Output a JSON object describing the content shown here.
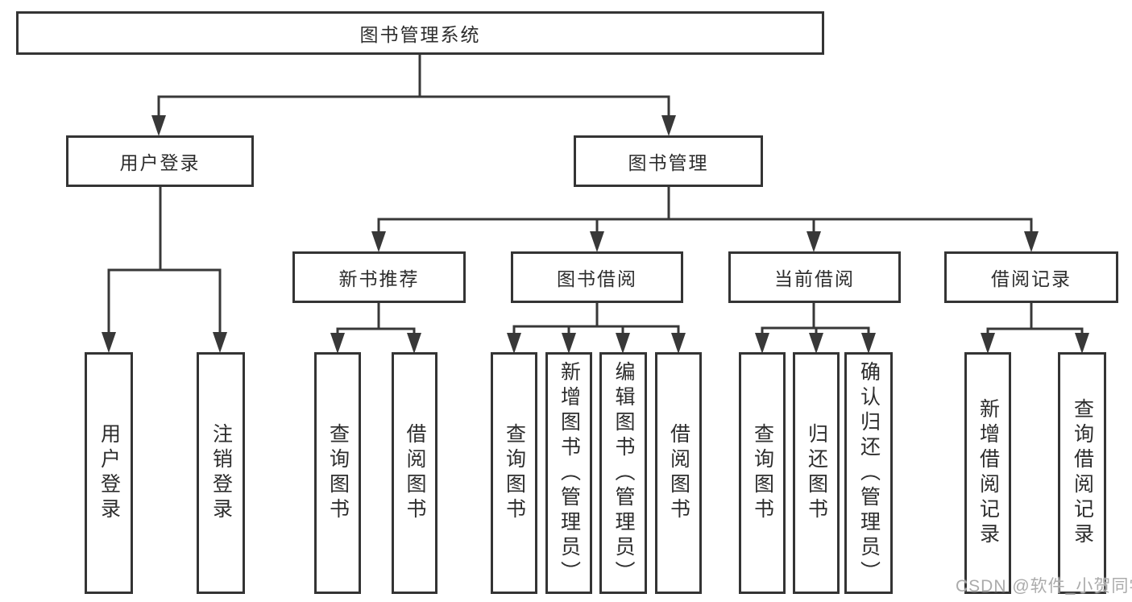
{
  "tree": {
    "root": "图书管理系统",
    "children": [
      {
        "label": "用户登录",
        "children": [
          "用户登录",
          "注销登录"
        ]
      },
      {
        "label": "图书管理",
        "children": [
          {
            "label": "新书推荐",
            "children": [
              "查询图书",
              "借阅图书"
            ]
          },
          {
            "label": "图书借阅",
            "children": [
              "查询图书",
              "新增图书（管理员）",
              "编辑图书（管理员）",
              "借阅图书"
            ]
          },
          {
            "label": "当前借阅",
            "children": [
              "查询图书",
              "归还图书",
              "确认归还（管理员）"
            ]
          },
          {
            "label": "借阅记录",
            "children": [
              "新增借阅记录",
              "查询借阅记录"
            ]
          }
        ]
      }
    ]
  },
  "watermark": "CSDN @软件_小贺同学",
  "colors": {
    "line": "#383838",
    "box_border": "#343434",
    "box_background": "#ffffff",
    "text": "#2d2d2d",
    "watermark_text": "#ababab"
  }
}
